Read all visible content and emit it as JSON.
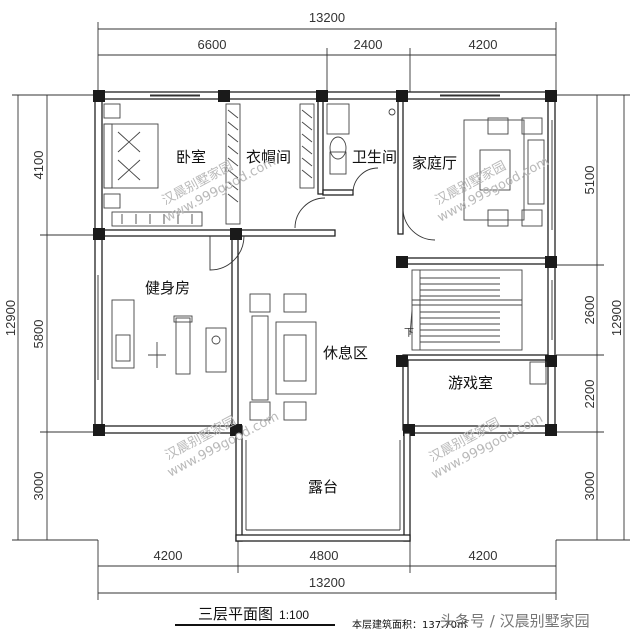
{
  "dimensions": {
    "top_total": "13200",
    "top_segments": [
      "6600",
      "2400",
      "4200"
    ],
    "bottom_segments": [
      "4200",
      "4800",
      "4200"
    ],
    "bottom_total": "13200",
    "left_segments": [
      "4100",
      "5800",
      "3000"
    ],
    "left_total": "12900",
    "right_segments": [
      "5100",
      "2600",
      "2200",
      "3000"
    ],
    "right_total": "12900"
  },
  "rooms": {
    "bedroom": "卧室",
    "closet": "衣帽间",
    "bathroom": "卫生间",
    "family_room": "家庭厅",
    "gym": "健身房",
    "lounge": "休息区",
    "game_room": "游戏室",
    "terrace": "露台",
    "stair_down": "下"
  },
  "watermark": {
    "brand": "汉晨别墅家园",
    "site": "www.999good.com"
  },
  "footer": {
    "title": "三层平面图",
    "scale": "1:100",
    "area": "本层建筑面积：137.70㎡",
    "credit": "头条号 / 汉晨别墅家园"
  }
}
